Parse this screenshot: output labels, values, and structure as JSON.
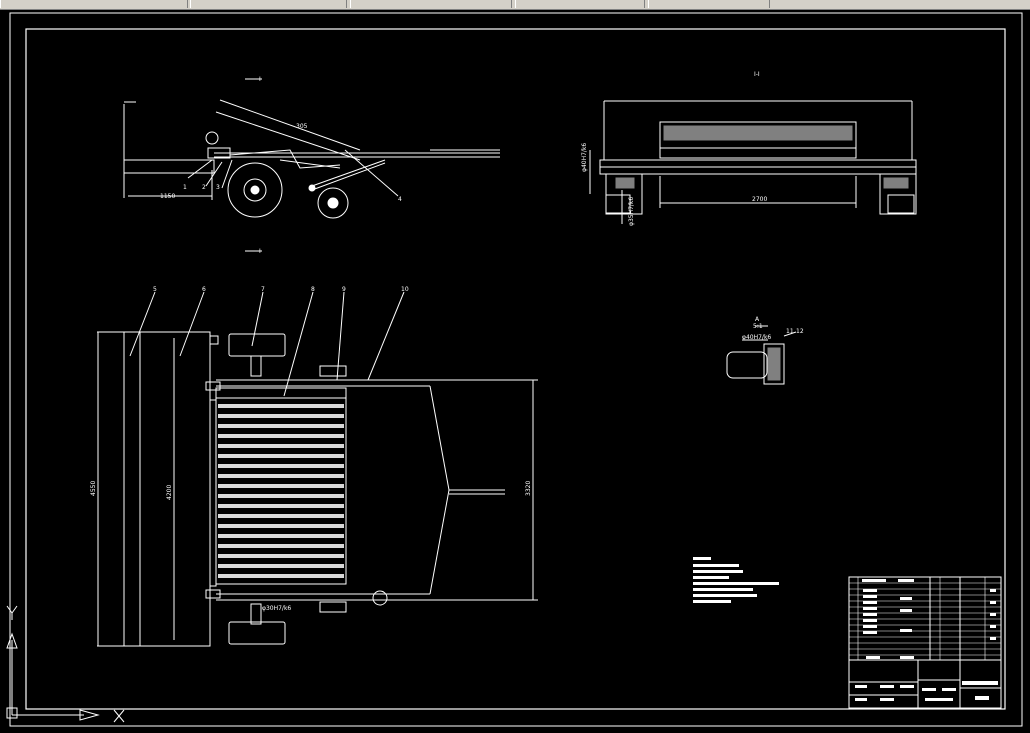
{
  "window": {
    "title": ""
  },
  "top_view": {
    "section_marker": "I",
    "dimension": "1150",
    "part_labels": [
      "1",
      "2",
      "3",
      "4"
    ],
    "length_label": "305"
  },
  "right_view": {
    "title": "I-I",
    "width_dimension": "2700",
    "left_dims": [
      "φ40H7/k6",
      "φ35H7/k6"
    ]
  },
  "plan_view": {
    "part_labels": [
      "5",
      "6",
      "7",
      "8",
      "9",
      "10"
    ],
    "overall_height": "4550",
    "inner_height": "4200",
    "right_height": "3320",
    "fit_label": "φ30H7/k6"
  },
  "detail_view": {
    "title": "A",
    "scale": "5:1",
    "fit_label": "φ40H7/k6",
    "part_labels": [
      "11",
      "12"
    ]
  },
  "ucs": {
    "y_label": "Y",
    "x_label": "X"
  },
  "title_block": {
    "name": "",
    "drawing_no": ""
  }
}
